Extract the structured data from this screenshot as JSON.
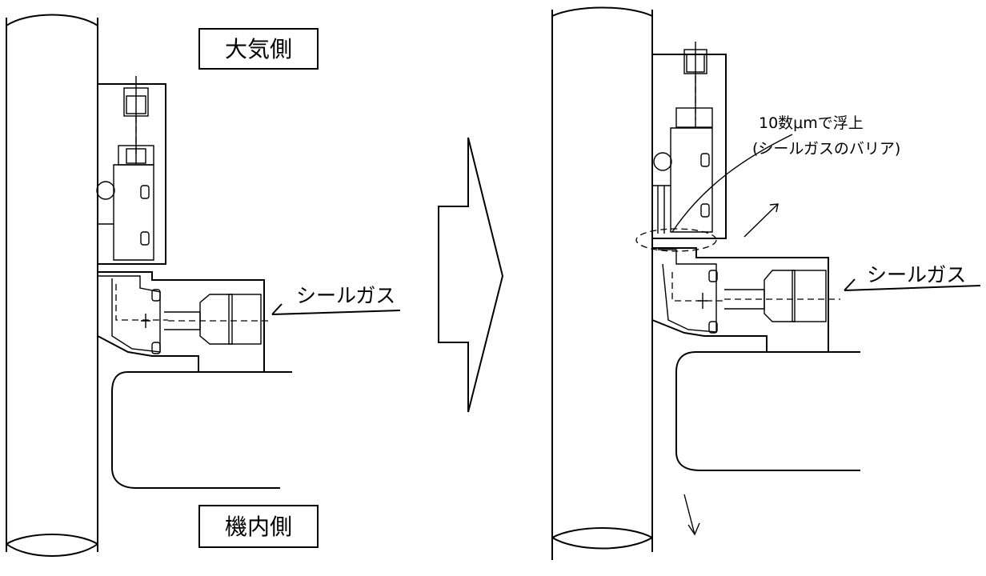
{
  "labels": {
    "atmosphere_side": "大気側",
    "machine_inside": "機内側",
    "seal_gas_left": "シールガス",
    "seal_gas_right": "シールガス",
    "float_line1": "10数μmで浮上",
    "float_line2": "(シールガスのバリア)"
  },
  "icons": {
    "transition_arrow": "right-arrow-icon",
    "flow_arrow_up": "arrow-up-right-icon",
    "flow_arrow_down": "arrow-down-icon"
  }
}
